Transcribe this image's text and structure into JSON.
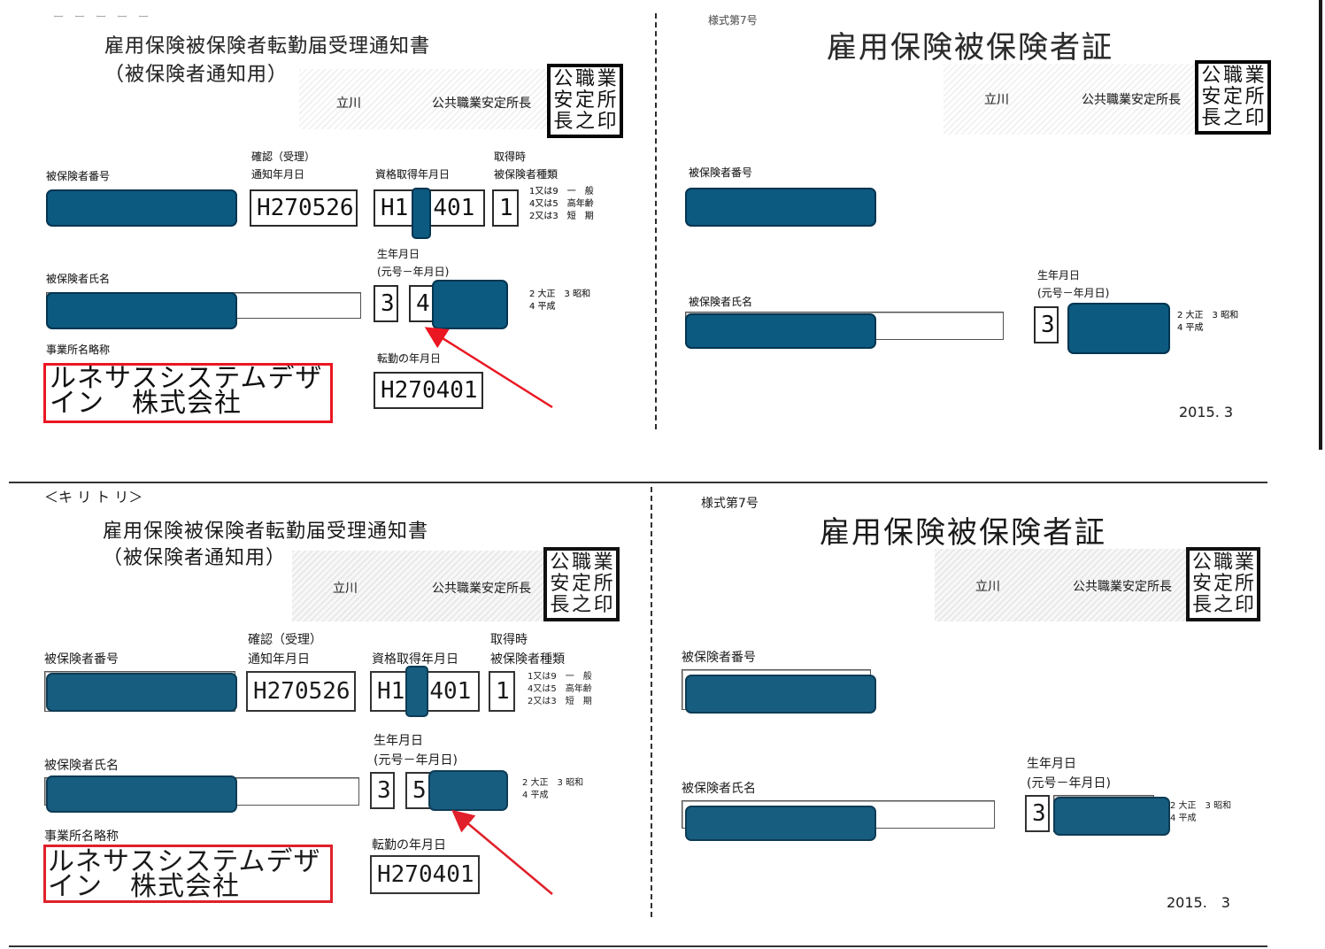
{
  "top": {
    "left": {
      "header_marks": "ー　ー　ー　ー　ー",
      "title": "雇用保険被保険者転勤届受理通知書",
      "subtitle": "（被保険者通知用）",
      "office_city": "立川",
      "office_name": "公共職業安定所長",
      "seal_chars": [
        "公",
        "職",
        "業",
        "安",
        "定",
        "所",
        "長",
        "之",
        "印"
      ],
      "label_insured_number": "被保険者番号",
      "label_confirm_top": "確認（受理）",
      "label_confirm_bottom": "通知年月日",
      "confirm_date": "H270526",
      "label_acquired": "資格取得年月日",
      "acquired_date_prefix": "H1",
      "acquired_date_suffix": "401",
      "label_type_top": "取得時",
      "label_type_bottom": "被保険者種類",
      "type_value": "1",
      "type_options": [
        "1又は9　一　般",
        "4又は5　高年齢",
        "2又は3　短　期"
      ],
      "label_birth_top": "生年月日",
      "label_birth_bottom": "(元号－年月日)",
      "label_name": "被保険者氏名",
      "era_value": "3",
      "birth_partial": "4",
      "era_options": [
        "2 大正　3 昭和",
        "4 平成"
      ],
      "label_office_short": "事業所名略称",
      "office_short_line1": "ルネサスシステムデザ",
      "office_short_line2": "イン　株式会社",
      "label_transfer": "転勤の年月日",
      "transfer_date": "H270401"
    },
    "right": {
      "form_number": "様式第7号",
      "title": "雇用保険被保険者証",
      "office_city": "立川",
      "office_name": "公共職業安定所長",
      "label_insured_number": "被保険者番号",
      "label_birth_top": "生年月日",
      "label_birth_bottom": "(元号－年月日)",
      "label_name": "被保険者氏名",
      "era_value": "3",
      "era_options": [
        "2 大正　3 昭和",
        "4 平成"
      ],
      "footer_date": "2015. 3"
    }
  },
  "bottom": {
    "cut_line": "＜キ リ ト リ＞",
    "left": {
      "title": "雇用保険被保険者転勤届受理通知書",
      "subtitle": "（被保険者通知用）",
      "office_city": "立川",
      "office_name": "公共職業安定所長",
      "label_insured_number": "被保険者番号",
      "label_confirm_top": "確認（受理）",
      "label_confirm_bottom": "通知年月日",
      "confirm_date": "H270526",
      "label_acquired": "資格取得年月日",
      "acquired_date_prefix": "H1",
      "acquired_date_suffix": "401",
      "label_type_top": "取得時",
      "label_type_bottom": "被保険者種類",
      "type_value": "1",
      "type_options": [
        "1又は9　一　般",
        "4又は5　高年齢",
        "2又は3　短　期"
      ],
      "label_birth_top": "生年月日",
      "label_birth_bottom": "(元号－年月日)",
      "label_name": "被保険者氏名",
      "era_value": "3",
      "birth_partial": "5",
      "era_options": [
        "2 大正　3 昭和",
        "4 平成"
      ],
      "label_office_short": "事業所名略称",
      "office_short_line1": "ルネサスシステムデザ",
      "office_short_line2": "イン　株式会社",
      "label_transfer": "転勤の年月日",
      "transfer_date": "H270401"
    },
    "right": {
      "form_number": "様式第7号",
      "title": "雇用保険被保険者証",
      "office_city": "立川",
      "office_name": "公共職業安定所長",
      "label_insured_number": "被保険者番号",
      "label_birth_top": "生年月日",
      "label_birth_bottom": "(元号－年月日)",
      "label_name": "被保険者氏名",
      "era_value": "3",
      "era_options": [
        "2 大正　3 昭和",
        "4 平成"
      ],
      "footer_date": "2015.　3"
    }
  },
  "colors": {
    "redaction": "#175d80",
    "highlight": "#e0202a",
    "arrow": "#e0202a"
  }
}
